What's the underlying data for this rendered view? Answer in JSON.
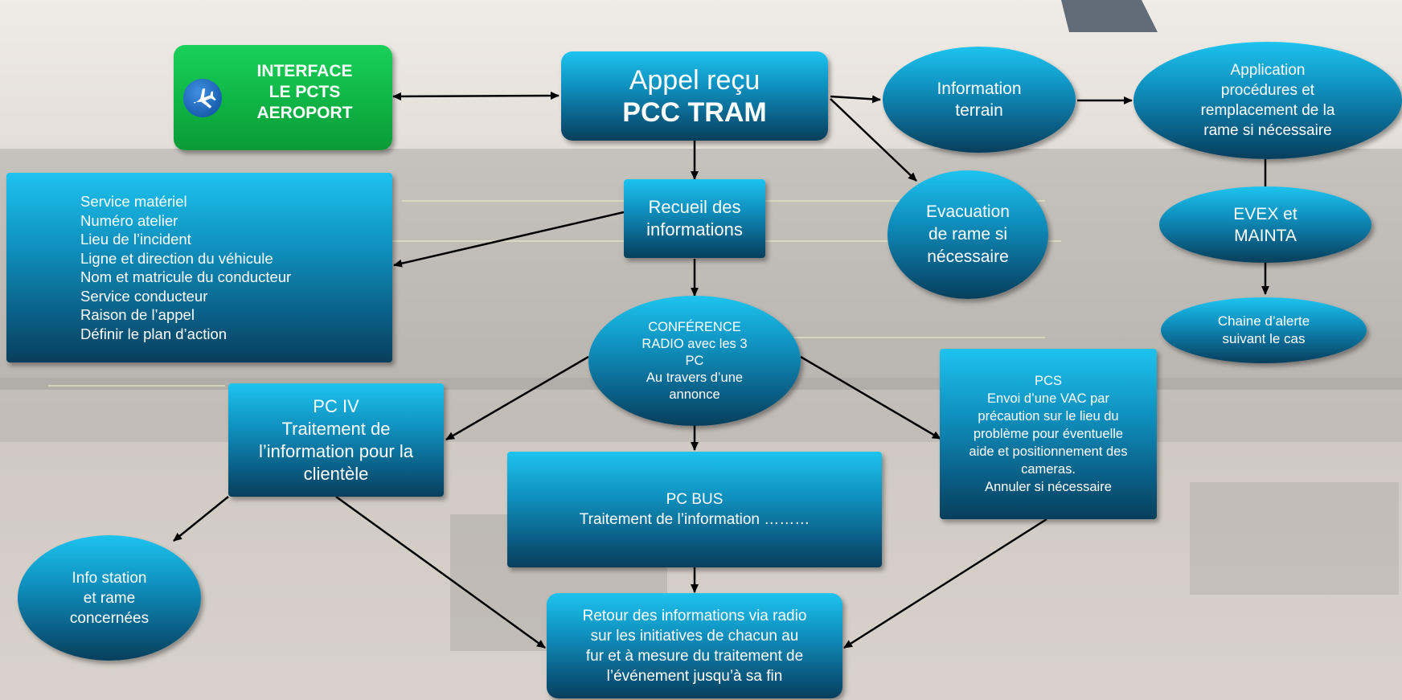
{
  "interface": {
    "lines": [
      "INTERFACE",
      "LE PCTS",
      "AEROPORT"
    ]
  },
  "appel": {
    "line1": "Appel reçu",
    "line2": "PCC TRAM"
  },
  "info_terrain": {
    "lines": [
      "Information",
      "terrain"
    ]
  },
  "application": {
    "lines": [
      "Application",
      "procédures et",
      "remplacement de la",
      "rame  si nécessaire"
    ]
  },
  "service_list": {
    "items": [
      "Service matériel",
      "Numéro atelier",
      "Lieu de l’incident",
      "Ligne et direction du véhicule",
      "Nom et matricule du conducteur",
      "Service conducteur",
      "Raison de l’appel",
      "Définir le plan d’action"
    ]
  },
  "recueil": {
    "lines": [
      "Recueil des",
      "informations"
    ]
  },
  "evacuation": {
    "lines": [
      "Evacuation",
      "de rame si",
      "nécessaire"
    ]
  },
  "evex": {
    "lines": [
      "EVEX  et",
      "MAINTA"
    ]
  },
  "chaine": {
    "lines": [
      "Chaine d’alerte",
      "suivant le cas"
    ]
  },
  "conference": {
    "lines": [
      "CONFÉRENCE",
      "RADIO avec les 3",
      "PC",
      "Au travers d’une",
      "annonce"
    ]
  },
  "pc_iv": {
    "lines": [
      "PC IV",
      "Traitement de",
      "l’information pour la",
      "clientèle"
    ]
  },
  "pcs": {
    "lines": [
      "PCS",
      "Envoi d’une VAC par",
      "précaution sur le lieu du",
      "problème pour éventuelle",
      "aide et positionnement des",
      "cameras.",
      "Annuler si nécessaire"
    ]
  },
  "pc_bus": {
    "lines": [
      "PC BUS",
      "Traitement de l’information ………"
    ]
  },
  "info_station": {
    "lines": [
      "Info station",
      "et rame",
      "concernées"
    ]
  },
  "retour": {
    "lines": [
      "Retour des informations via radio",
      "sur les initiatives de chacun au",
      "fur et à mesure du traitement de",
      "l’événement jusqu’à sa fin"
    ]
  },
  "colors": {
    "node_top": "#1ec3ef",
    "node_bottom": "#073f5c",
    "green": "#0fb445",
    "arrow": "#000000"
  }
}
